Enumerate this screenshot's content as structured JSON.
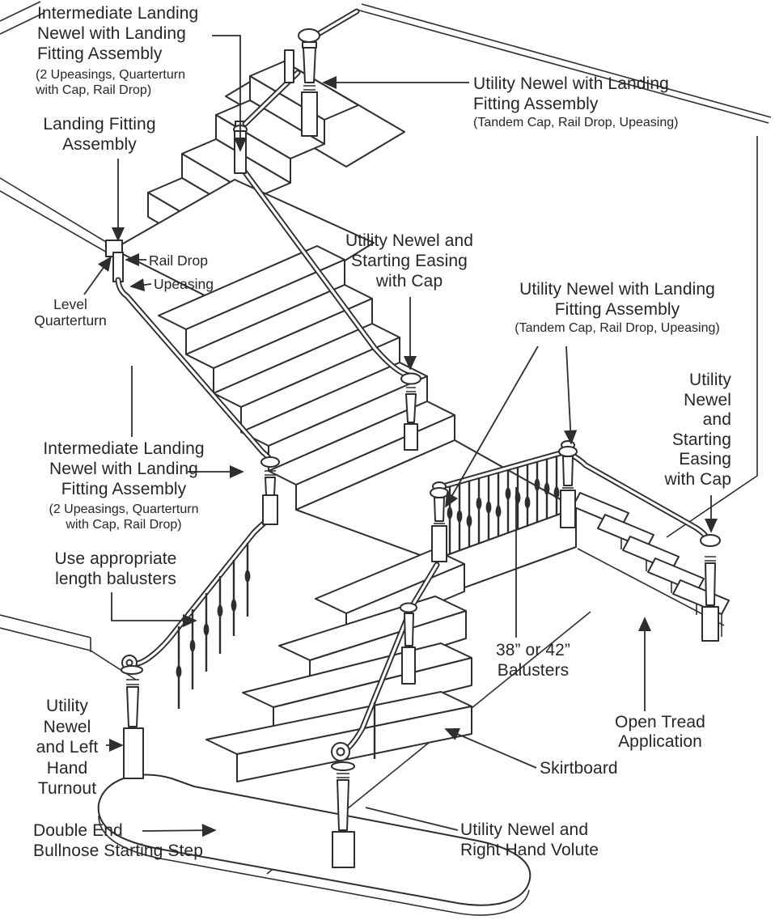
{
  "colors": {
    "line": "#2e2e2e",
    "text": "#262626",
    "background": "#ffffff"
  },
  "labels": {
    "intermediate_top": {
      "text": "Intermediate Landing\nNewel with Landing\nFitting Assembly",
      "sub": "(2 Upeasings, Quarterturn\nwith Cap, Rail Drop)"
    },
    "landing_fitting": {
      "text": "Landing Fitting\nAssembly"
    },
    "rail_drop": {
      "text": "Rail Drop"
    },
    "upeasing": {
      "text": "Upeasing"
    },
    "level_quarterturn": {
      "text": "Level\nQuarterturn"
    },
    "utility_starting_mid": {
      "text": "Utility Newel and\nStarting Easing\nwith Cap"
    },
    "utility_landing_top": {
      "text": "Utility Newel with Landing\nFitting Assembly",
      "sub": "(Tandem Cap, Rail Drop, Upeasing)"
    },
    "utility_landing_mid": {
      "text": "Utility Newel with Landing\nFitting Assembly",
      "sub": "(Tandem Cap, Rail Drop, Upeasing)"
    },
    "utility_starting_right": {
      "text": "Utility\nNewel\nand\nStarting\nEasing\nwith Cap"
    },
    "intermediate_left": {
      "text": "Intermediate Landing\nNewel with Landing\nFitting Assembly",
      "sub": "(2 Upeasings, Quarterturn\nwith Cap, Rail Drop)"
    },
    "use_balusters": {
      "text": "Use appropriate\nlength balusters"
    },
    "baluster_size": {
      "text": "38” or 42”\nBalusters"
    },
    "open_tread": {
      "text": "Open Tread\nApplication"
    },
    "skirtboard": {
      "text": "Skirtboard"
    },
    "utility_turnout_left": {
      "text": "Utility\nNewel\nand Left\nHand\nTurnout"
    },
    "double_end": {
      "text": "Double End\nBullnose Starting Step"
    },
    "utility_volute": {
      "text": "Utility Newel and\nRight Hand Volute"
    }
  }
}
